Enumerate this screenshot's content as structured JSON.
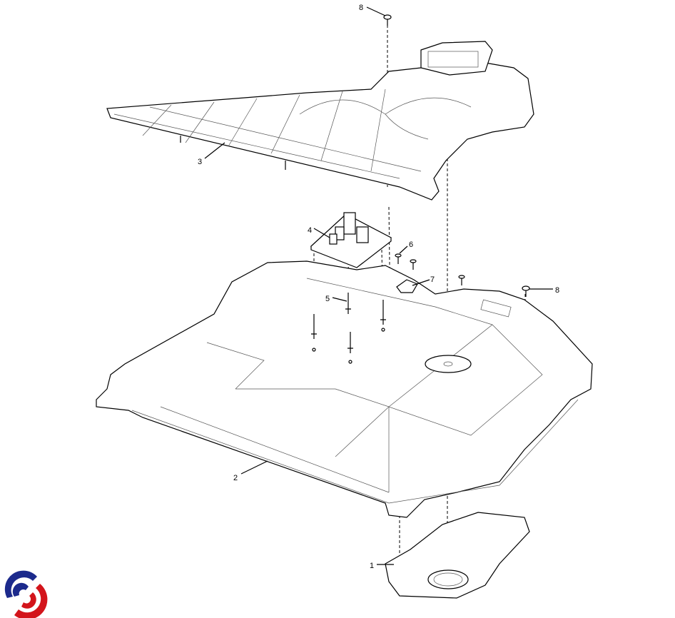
{
  "diagram": {
    "callouts": [
      {
        "id": "8a",
        "label": "8"
      },
      {
        "id": "3",
        "label": "3"
      },
      {
        "id": "4",
        "label": "4"
      },
      {
        "id": "6",
        "label": "6"
      },
      {
        "id": "7",
        "label": "7"
      },
      {
        "id": "5",
        "label": "5"
      },
      {
        "id": "8b",
        "label": "8"
      },
      {
        "id": "2",
        "label": "2"
      },
      {
        "id": "1",
        "label": "1"
      }
    ]
  },
  "logo": {
    "colors": {
      "blue": "#1c2a8c",
      "red": "#d3141b"
    }
  }
}
